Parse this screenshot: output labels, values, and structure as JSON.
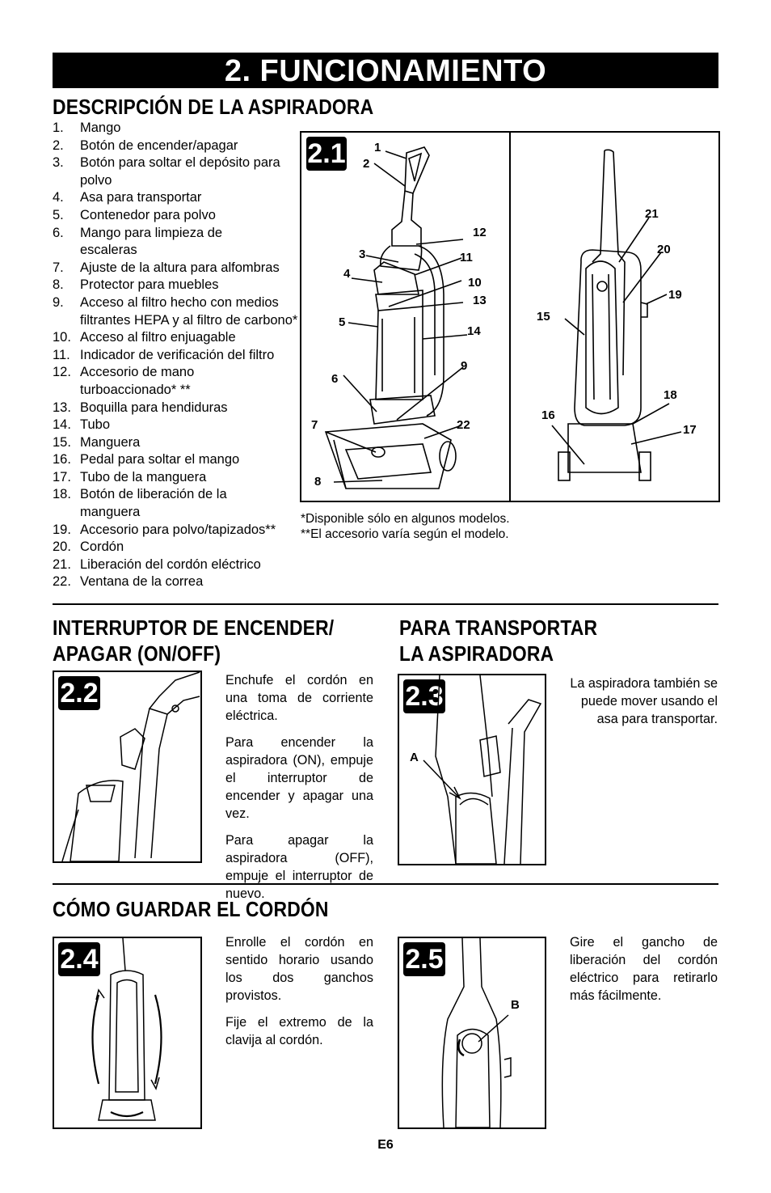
{
  "banner": {
    "title": "2. FUNCIONAMIENTO"
  },
  "description": {
    "heading": "DESCRIPCIÓN DE LA ASPIRADORA",
    "parts": [
      {
        "num": "1.",
        "text": "Mango"
      },
      {
        "num": "2.",
        "text": "Botón de encender/apagar"
      },
      {
        "num": "3.",
        "text": "Botón para soltar el depósito para polvo"
      },
      {
        "num": "4.",
        "text": "Asa para transportar"
      },
      {
        "num": "5.",
        "text": "Contenedor para polvo"
      },
      {
        "num": "6.",
        "text": "Mango para limpieza de escaleras"
      },
      {
        "num": "7.",
        "text": "Ajuste de la altura para alfombras"
      },
      {
        "num": "8.",
        "text": "Protector para muebles"
      },
      {
        "num": "9.",
        "text": "Acceso al filtro hecho con medios filtrantes HEPA y al filtro de carbono*"
      },
      {
        "num": "10.",
        "text": "Acceso al filtro enjuagable"
      },
      {
        "num": "11.",
        "text": "Indicador de verificación del filtro"
      },
      {
        "num": "12.",
        "text": "Accesorio de mano turboaccionado* **"
      },
      {
        "num": "13.",
        "text": "Boquilla para hendiduras"
      },
      {
        "num": "14.",
        "text": "Tubo"
      },
      {
        "num": "15.",
        "text": "Manguera"
      },
      {
        "num": "16.",
        "text": "Pedal para soltar el mango"
      },
      {
        "num": "17.",
        "text": "Tubo de la manguera"
      },
      {
        "num": "18.",
        "text": "Botón de liberación de la manguera"
      },
      {
        "num": "19.",
        "text": "Accesorio para polvo/tapizados**"
      },
      {
        "num": "20.",
        "text": "Cordón"
      },
      {
        "num": "21.",
        "text": "Liberación del cordón eléctrico"
      },
      {
        "num": "22.",
        "text": "Ventana de la correa"
      }
    ],
    "notes": [
      "*Disponible sólo en algunos modelos.",
      "**El accesorio varía según el modelo."
    ]
  },
  "figures": {
    "fig21": {
      "label": "2.1",
      "callouts": [
        "1",
        "2",
        "3",
        "4",
        "5",
        "6",
        "7",
        "8",
        "9",
        "10",
        "11",
        "12",
        "13",
        "14",
        "15",
        "16",
        "17",
        "18",
        "19",
        "20",
        "21",
        "22"
      ]
    },
    "fig22": {
      "label": "2.2"
    },
    "fig23": {
      "label": "2.3",
      "callout": "A"
    },
    "fig24": {
      "label": "2.4"
    },
    "fig25": {
      "label": "2.5",
      "callout": "B"
    }
  },
  "switch_section": {
    "heading_line1": "INTERRUPTOR DE ENCENDER/",
    "heading_line2": "APAGAR (ON/OFF)",
    "paragraphs": [
      "Enchufe el cordón en una toma de corriente eléctrica.",
      "Para encender la aspiradora (ON), empuje el interruptor de encender y apagar una vez.",
      "Para apagar la aspiradora (OFF), empuje el interruptor de nuevo."
    ]
  },
  "carry_section": {
    "heading_line1": "PARA TRANSPORTAR",
    "heading_line2": "LA ASPIRADORA",
    "text": "La aspiradora también se puede mover usando el asa para transportar."
  },
  "cord_section": {
    "heading": "CÓMO GUARDAR EL CORDÓN",
    "text_left": [
      "Enrolle el cordón en sentido horario usando los dos ganchos provistos.",
      "Fije el extremo de la clavija al cordón."
    ],
    "text_right": "Gire el gancho de liberación del cordón eléctrico para retirarlo más fácilmente."
  },
  "footer": {
    "page": "E6"
  }
}
